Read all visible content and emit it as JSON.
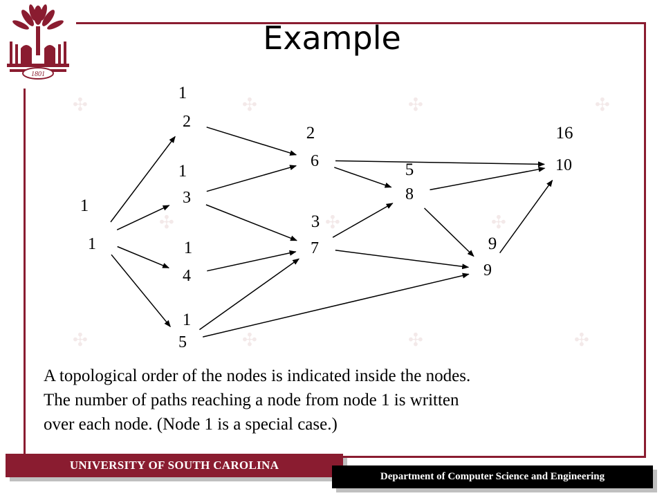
{
  "slide": {
    "title": "Example",
    "caption_lines": [
      "A topological order of the nodes is indicated inside the nodes.",
      "The number of paths reaching a node from node 1 is written",
      "over each node.  (Node 1 is a special case.)"
    ]
  },
  "footer": {
    "university": "UNIVERSITY OF SOUTH CAROLINA",
    "department": "Department of Computer Science and Engineering"
  },
  "logo": {
    "year_text": "1801"
  },
  "colors": {
    "garnet": "#8a1c30",
    "black": "#000000"
  },
  "graph": {
    "nodes": [
      {
        "id": "1",
        "label": "1",
        "count": "1"
      },
      {
        "id": "2",
        "label": "2",
        "count": "1"
      },
      {
        "id": "3",
        "label": "3",
        "count": "1"
      },
      {
        "id": "4",
        "label": "4",
        "count": "1"
      },
      {
        "id": "5",
        "label": "5",
        "count": "1"
      },
      {
        "id": "6",
        "label": "6",
        "count": "2"
      },
      {
        "id": "7",
        "label": "7",
        "count": "3"
      },
      {
        "id": "8",
        "label": "8",
        "count": "5"
      },
      {
        "id": "9",
        "label": "9",
        "count": "9"
      },
      {
        "id": "10",
        "label": "10",
        "count": "16"
      }
    ],
    "edges": [
      {
        "from": "1",
        "to": "2"
      },
      {
        "from": "1",
        "to": "3"
      },
      {
        "from": "1",
        "to": "4"
      },
      {
        "from": "1",
        "to": "5"
      },
      {
        "from": "2",
        "to": "6"
      },
      {
        "from": "3",
        "to": "6"
      },
      {
        "from": "3",
        "to": "7"
      },
      {
        "from": "4",
        "to": "7"
      },
      {
        "from": "5",
        "to": "7"
      },
      {
        "from": "5",
        "to": "9"
      },
      {
        "from": "6",
        "to": "8"
      },
      {
        "from": "6",
        "to": "10"
      },
      {
        "from": "7",
        "to": "8"
      },
      {
        "from": "7",
        "to": "9"
      },
      {
        "from": "8",
        "to": "9"
      },
      {
        "from": "8",
        "to": "10"
      },
      {
        "from": "9",
        "to": "10"
      }
    ]
  }
}
